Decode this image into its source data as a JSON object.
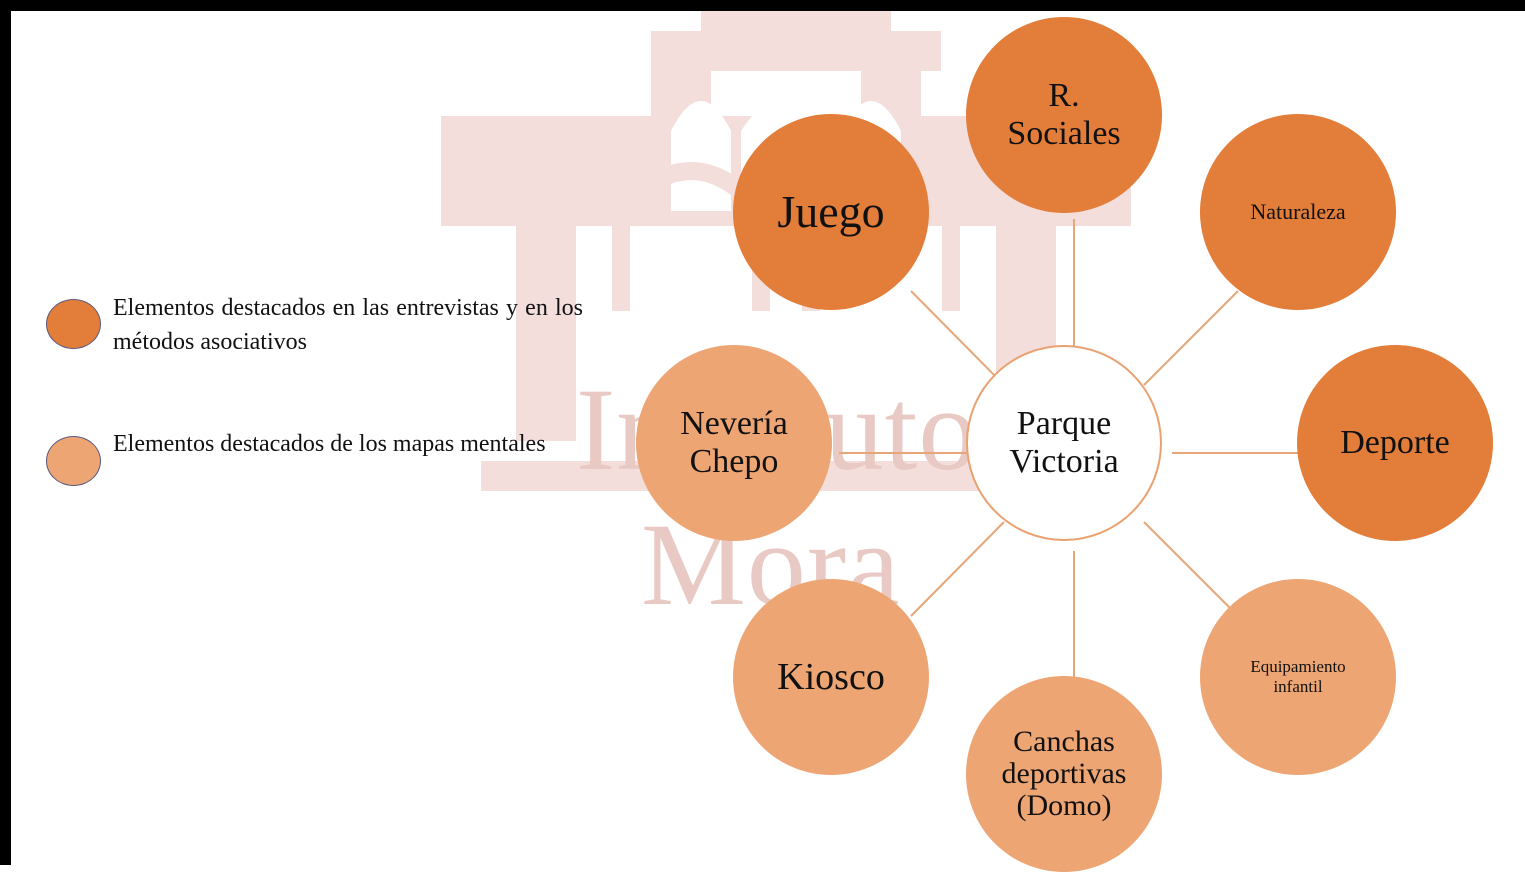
{
  "colors": {
    "interview_elements": "#e37d3a",
    "mental_map_elements": "#eda574",
    "connector": "#e6a778",
    "center_border": "#e9a170"
  },
  "watermark": {
    "line1": "Instituto",
    "line2": "Mora"
  },
  "legend": [
    {
      "text": "Elementos destacados en las entrevistas y en los métodos asociativos",
      "color": "#e37d3a"
    },
    {
      "text": "Elementos destacados de los mapas mentales",
      "color": "#eda574"
    }
  ],
  "center": {
    "label": "Parque\nVictoria"
  },
  "nodes": [
    {
      "id": "juego",
      "label": "Juego",
      "category": "interview"
    },
    {
      "id": "r-sociales",
      "label": "R.\nSociales",
      "category": "interview"
    },
    {
      "id": "naturaleza",
      "label": "Naturaleza",
      "category": "interview"
    },
    {
      "id": "deporte",
      "label": "Deporte",
      "category": "interview"
    },
    {
      "id": "equipamiento",
      "label": "Equipamiento\ninfantil",
      "category": "mental_map"
    },
    {
      "id": "canchas",
      "label": "Canchas\ndeportivas\n(Domo)",
      "category": "mental_map"
    },
    {
      "id": "kiosco",
      "label": "Kiosco",
      "category": "mental_map"
    },
    {
      "id": "neveria",
      "label": "Nevería\nChepo",
      "category": "mental_map"
    }
  ]
}
